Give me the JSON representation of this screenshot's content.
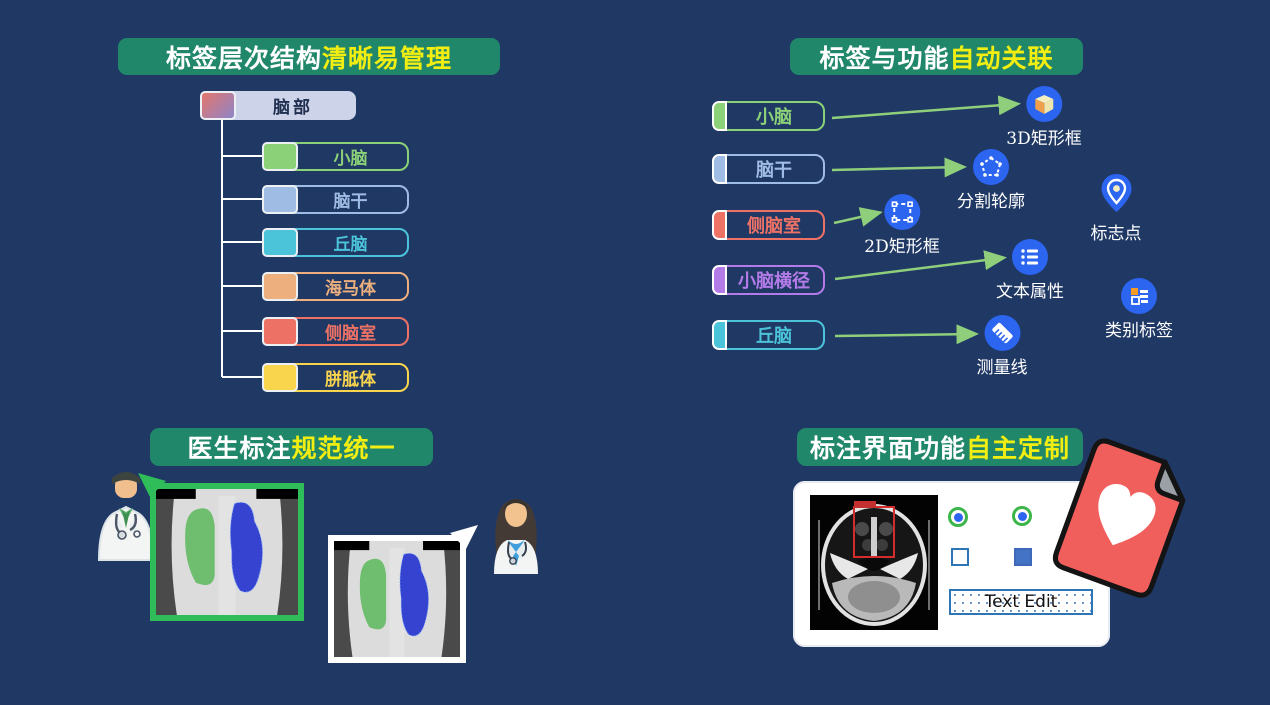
{
  "background_color": "#203864",
  "title_box_color": "#21876B",
  "title_highlight_color": "#F2EE12",
  "panels": {
    "hierarchy": {
      "title_normal": "标签层次结构",
      "title_highlight": "清晰易管理",
      "root": {
        "label": "脑部",
        "gradient_from": "#E4766D",
        "gradient_to": "#8E85C8",
        "fill": "#CDD3E8",
        "text_color": "#203050"
      },
      "children": [
        {
          "label": "小脑",
          "color": "#8BD178"
        },
        {
          "label": "脑干",
          "color": "#9FBCE4"
        },
        {
          "label": "丘脑",
          "color": "#4BC4D9"
        },
        {
          "label": "海马体",
          "color": "#EDAF7E"
        },
        {
          "label": "侧脑室",
          "color": "#ED7265"
        },
        {
          "label": "胼胝体",
          "color": "#F9D44D"
        }
      ]
    },
    "mapping": {
      "title_normal": "标签与功能",
      "title_highlight": "自动关联",
      "icon_color": "#2B65F0",
      "arrow_color": "#8FCF7C",
      "labels": [
        {
          "label": "小脑",
          "color": "#8BD178"
        },
        {
          "label": "脑干",
          "color": "#9FBCE4"
        },
        {
          "label": "侧脑室",
          "color": "#ED7265"
        },
        {
          "label": "小脑横径",
          "color": "#B27BE8"
        },
        {
          "label": "丘脑",
          "color": "#4BC4D9"
        }
      ],
      "functions": [
        {
          "name": "3D矩形框"
        },
        {
          "name": "分割轮廓"
        },
        {
          "name": "标志点"
        },
        {
          "name": "2D矩形框"
        },
        {
          "name": "文本属性"
        },
        {
          "name": "类别标签"
        },
        {
          "name": "测量线"
        }
      ]
    },
    "doctors": {
      "title_normal": "医生标注",
      "title_highlight": "规范统一"
    },
    "customize": {
      "title_normal": "标注界面功能",
      "title_highlight": "自主定制",
      "text_edit_value": "Text Edit"
    }
  }
}
